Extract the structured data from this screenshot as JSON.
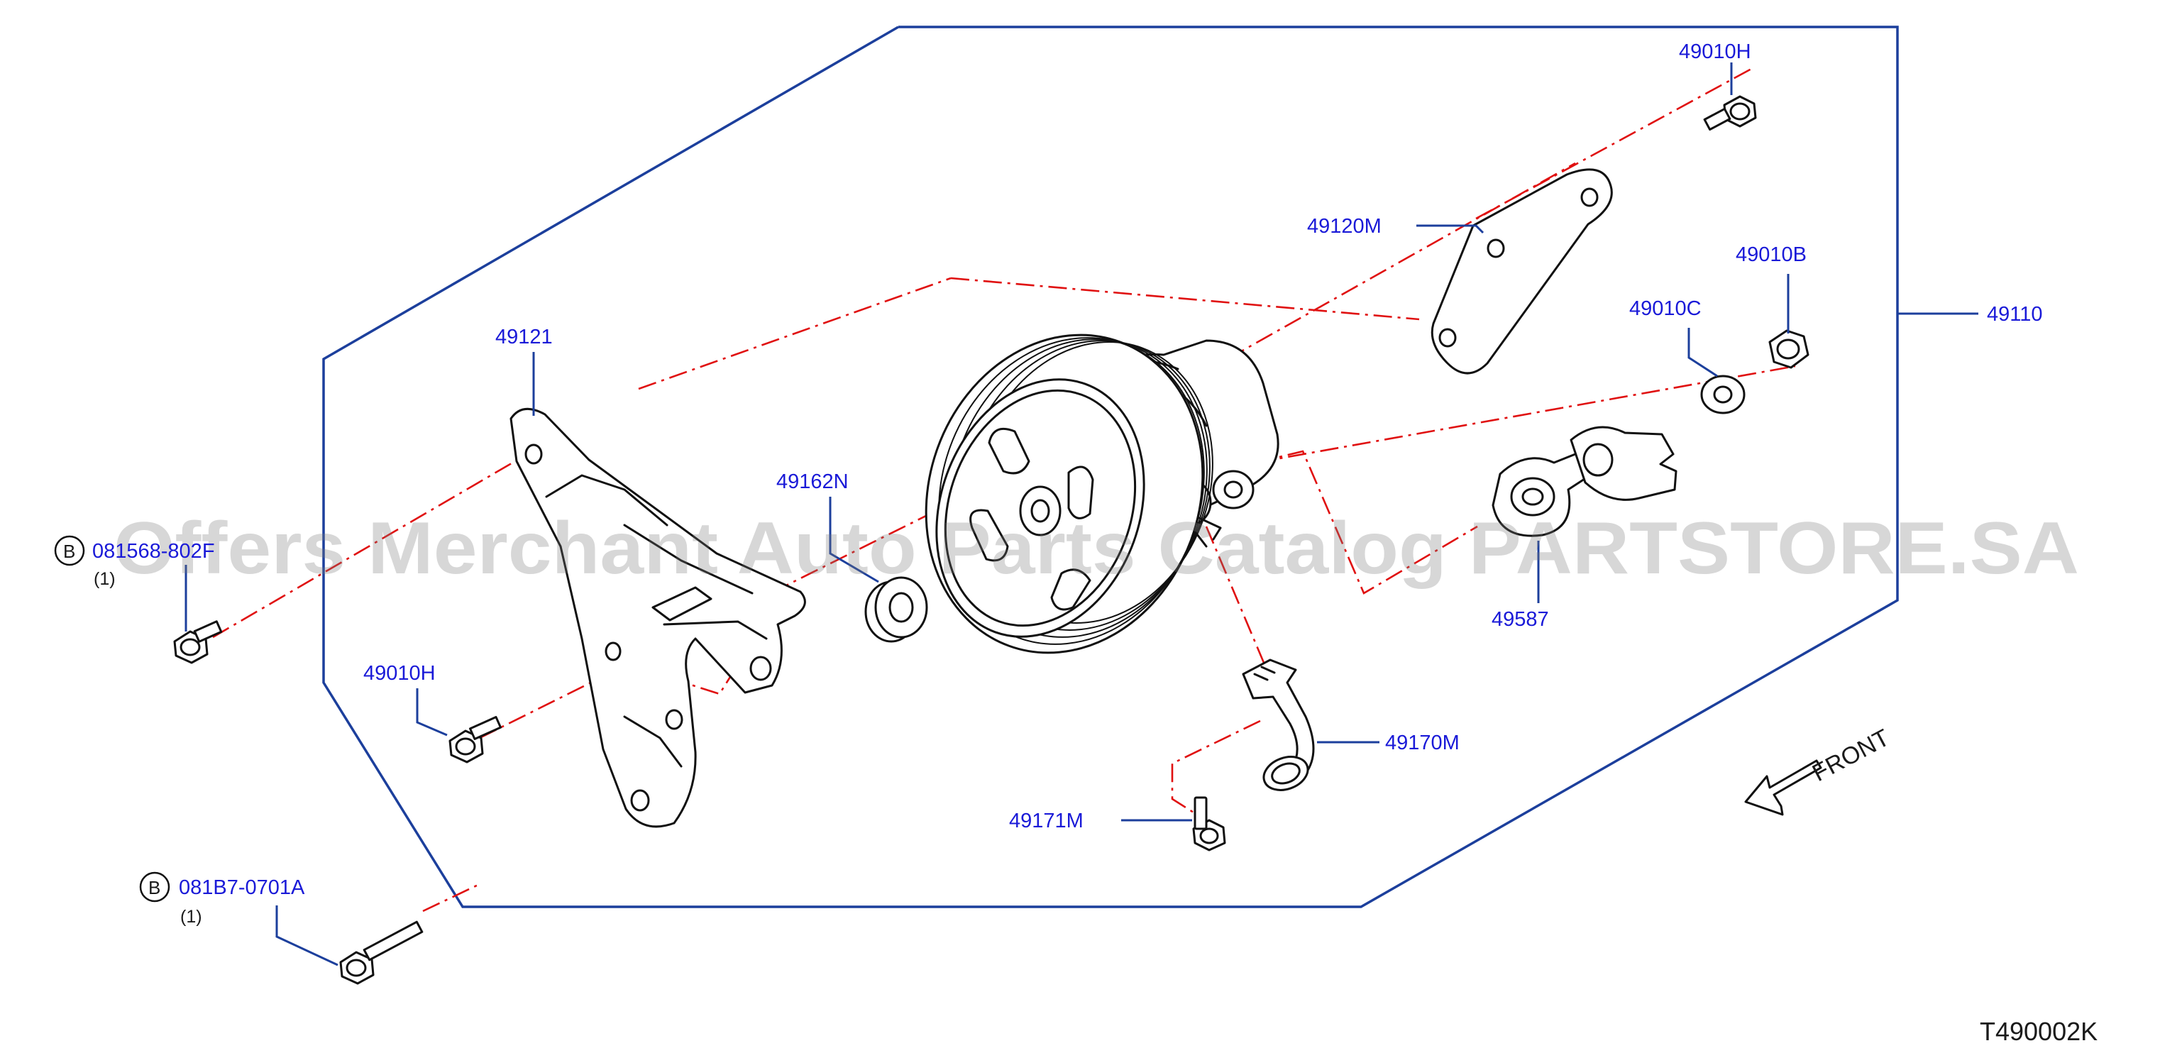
{
  "watermark": "Offers Merchant Auto Parts Catalog PARTSTORE.SA",
  "figure_code": "T490002K",
  "front_label": "FRONT",
  "callouts": {
    "c49010H_top": "49010H",
    "c49120M": "49120M",
    "c49010B": "49010B",
    "c49010C": "49010C",
    "c49110": "49110",
    "c49121": "49121",
    "c49162N": "49162N",
    "c49587": "49587",
    "c49010H_left": "49010H",
    "c49170M": "49170M",
    "c49171M": "49171M",
    "c081B6": "081568-802F",
    "c081B7": "081B7-0701A"
  },
  "bolt_marks": {
    "upper": "B",
    "lower": "B"
  },
  "quantities": {
    "upper": "(1)",
    "lower": "(1)"
  },
  "colors": {
    "label_blue": "#1a1ad8",
    "leader_blue": "#1c3f9c",
    "axis_red": "#e01010",
    "line_black": "#111111"
  }
}
